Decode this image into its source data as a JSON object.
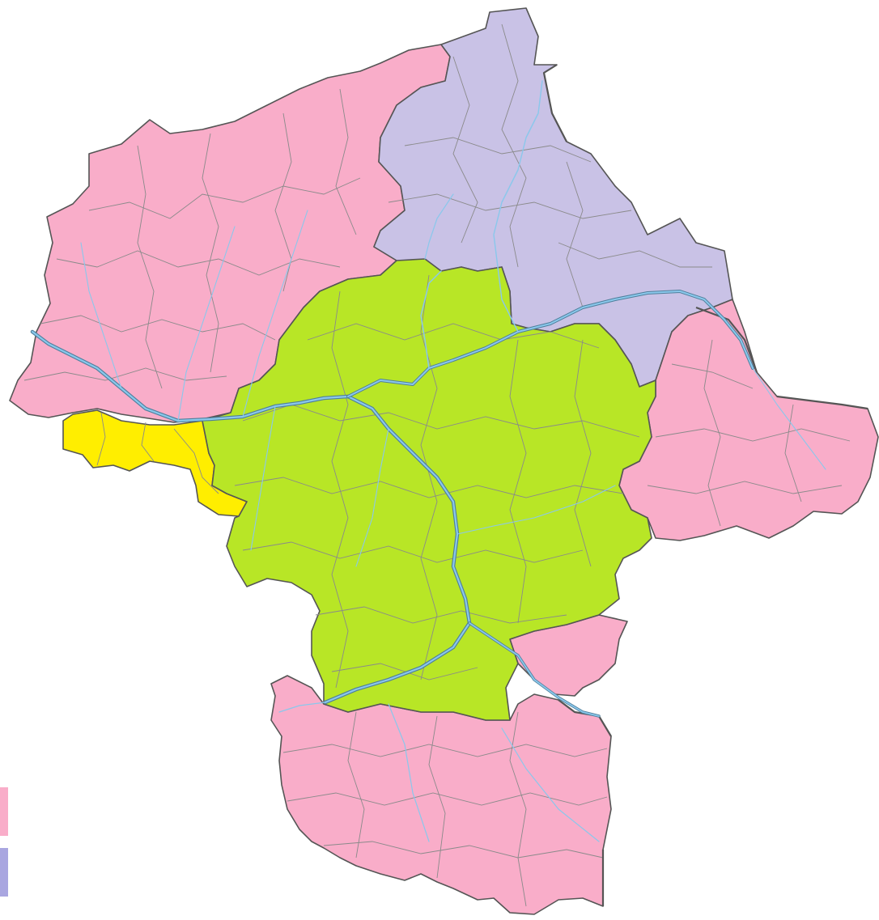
{
  "map": {
    "regions": [
      {
        "id": "north-west",
        "fill_color": "#f9adc9"
      },
      {
        "id": "north-east",
        "fill_color": "#c9c2e6"
      },
      {
        "id": "central",
        "fill_color": "#b8e626"
      },
      {
        "id": "west-enclave",
        "fill_color": "#ffee00"
      },
      {
        "id": "east",
        "fill_color": "#f9adc9"
      },
      {
        "id": "south",
        "fill_color": "#f9adc9"
      },
      {
        "id": "south-east-notch",
        "fill_color": "#f9adc9"
      }
    ],
    "border_color": "#555555",
    "inner_border_color": "#8a8a8a",
    "river_color": "#8ac8ec",
    "river_outline_color": "#4f7f9c"
  },
  "legend": {
    "swatches": [
      {
        "id": "pink",
        "color": "#f9adc9"
      },
      {
        "id": "lilac",
        "color": "#a9a6e0"
      }
    ]
  }
}
